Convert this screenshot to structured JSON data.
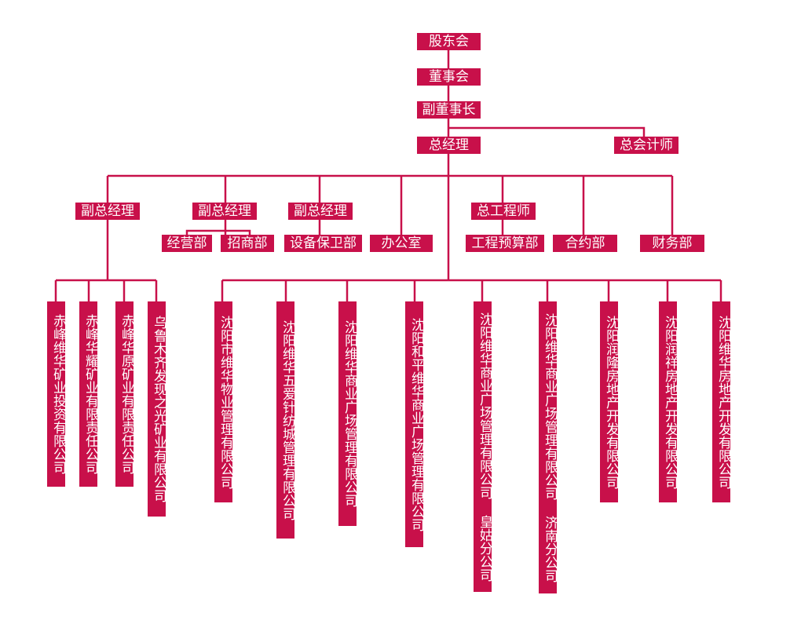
{
  "top": {
    "shareholders": "股东会",
    "board": "董事会",
    "vice_chairman": "副董事长",
    "general_manager": "总经理",
    "chief_accountant": "总会计师"
  },
  "level2": {
    "vgm1": "副总经理",
    "vgm2": "副总经理",
    "vgm3": "副总经理",
    "chief_engineer": "总工程师"
  },
  "departments": {
    "operations": "经营部",
    "investment_promotion": "招商部",
    "equipment_security": "设备保卫部",
    "office": "办公室",
    "budget": "工程预算部",
    "contracts": "合约部",
    "finance": "财务部"
  },
  "companies": [
    "赤峰维华矿业投资有限公司",
    "赤峰华耀矿业有限责任公司",
    "赤峰华原矿业有限责任公司",
    "乌鲁木齐发现之光矿业有限公司",
    "沈阳市维华物业管理有限公司",
    "沈阳维华五爱针纺城管理有限公司",
    "沈阳维华商业广场管理有限公司",
    "沈阳和平维华商业广场管理有限公司",
    "沈阳维华商业广场管理有限公司 皇姑分公司",
    "沈阳维华商业广场管理有限公司 济南分公司",
    "沈阳润隆房地产开发有限公司",
    "沈阳润祥房地产开发有限公司",
    "沈阳维华房地产开发有限公司"
  ],
  "colors": {
    "box": "#c8104a",
    "line": "#c8104a",
    "text": "#ffffff"
  }
}
